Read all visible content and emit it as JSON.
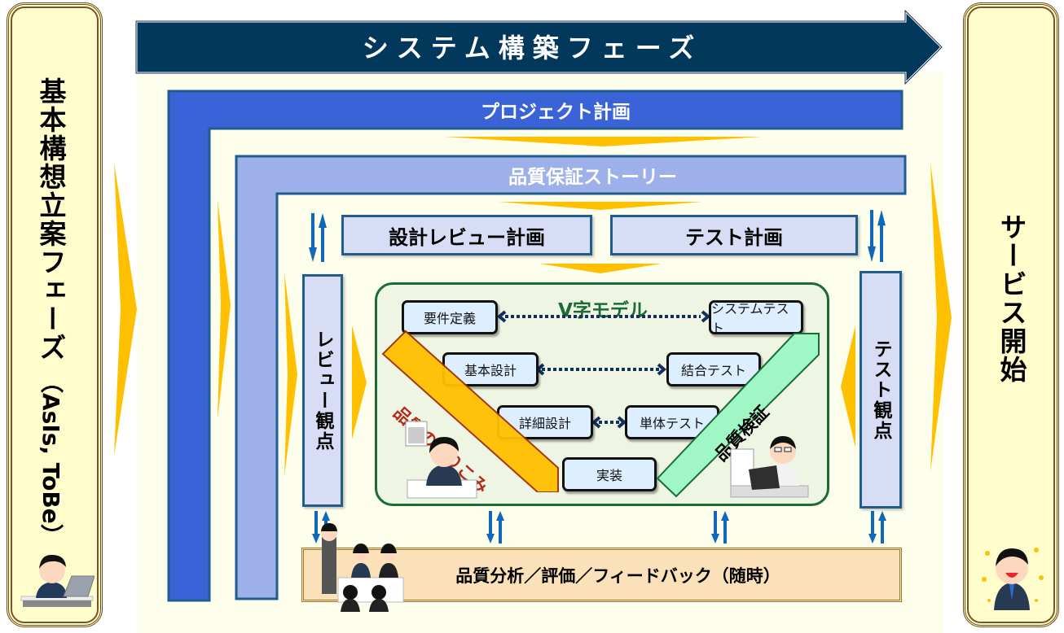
{
  "left_phase": {
    "label": "基本構想立案フェーズ（AsIs, ToBe）",
    "label_main": "基本構想立案フェーズ",
    "label_sub": "（AsIs, ToBe）",
    "illustration": "worried-man-laptop"
  },
  "right_phase": {
    "label": "サービス開始",
    "illustration": "cheering-man"
  },
  "system_phase": {
    "label": "システム構築フェーズ"
  },
  "project_plan": {
    "label": "プロジェクト計画"
  },
  "qa_story": {
    "label": "品質保証ストーリー"
  },
  "design_review_plan": {
    "label": "設計レビュー計画"
  },
  "test_plan": {
    "label": "テスト計画"
  },
  "review_viewpoint": {
    "label": "レビュー観点"
  },
  "test_viewpoint": {
    "label": "テスト観点"
  },
  "v_model": {
    "title": "V字モデル",
    "left_steps": [
      "要件定義",
      "基本設計",
      "詳細設計"
    ],
    "bottom_step": "実装",
    "right_steps": [
      "システムテスト",
      "結合テスト",
      "単体テスト"
    ],
    "build_in_band": "品質の作りこみ",
    "verify_band": "品質検証"
  },
  "feedback": {
    "label": "品質分析／評価／フィードバック（随時）",
    "illustration": "meeting-people"
  },
  "colors": {
    "phase_arrow": "#02385c",
    "project_plan": "#3b63d8",
    "qa_story": "#9db0ea",
    "plan_box": "#d6ddf5",
    "border_blue": "#1f5d8f",
    "arrow_yellow": "#ffc000",
    "vmodel_border": "#1a6b34",
    "build_band": "#ffc000",
    "verify_band": "#9ef7c4",
    "feedback_bg": "#fbe1b9",
    "side_bg": "#fffdcc"
  }
}
